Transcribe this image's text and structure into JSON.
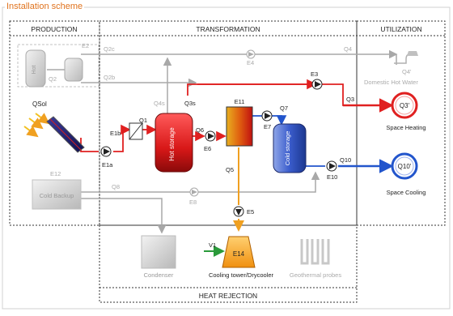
{
  "title": "Installation scheme",
  "sections": {
    "production": "PRODUCTION",
    "transformation": "TRANSFORMATION",
    "utilization": "UTILIZATION",
    "heat_rejection": "HEAT REJECTION"
  },
  "components": {
    "hot_tank": "Hot",
    "e2": "E2",
    "qsol": "QSol",
    "e12": "E12",
    "cold_backup": "Cold Backup",
    "hot_storage": "Hot storage",
    "e11": "E11",
    "cold_storage": "Cold storage",
    "condenser": "Condenser",
    "v1": "V1",
    "e14": "E14",
    "cooling_tower": "Cooling tower/Drycooler",
    "geothermal": "Geothermal probes",
    "q4prime": "Q4'",
    "domestic_hot_water": "Domestic Hot Water",
    "q3prime": "Q3'",
    "space_heating": "Space Heating",
    "q10prime": "Q10'",
    "space_cooling": "Space Cooling"
  },
  "flow_labels": {
    "q2c": "Q2c",
    "q2": "Q2",
    "q2b": "Q2b",
    "q4": "Q4",
    "e4": "E4",
    "q4s": "Q4s",
    "q3s": "Q3s",
    "e3": "E3",
    "q3": "Q3",
    "e1b": "E1b",
    "q1": "Q1",
    "e1a": "E1a",
    "q6": "Q6",
    "e6": "E6",
    "q7": "Q7",
    "e7": "E7",
    "q5": "Q5",
    "q10": "Q10",
    "e10": "E10",
    "q8": "Q8",
    "e8": "E8",
    "e5": "E5"
  },
  "colors": {
    "hot_line": "#e02020",
    "cold_line": "#2255cc",
    "gray_line": "#a8a8a8",
    "orange_line": "#f0a020",
    "green_line": "#2a9a3a",
    "title_orange": "#e0731e"
  }
}
